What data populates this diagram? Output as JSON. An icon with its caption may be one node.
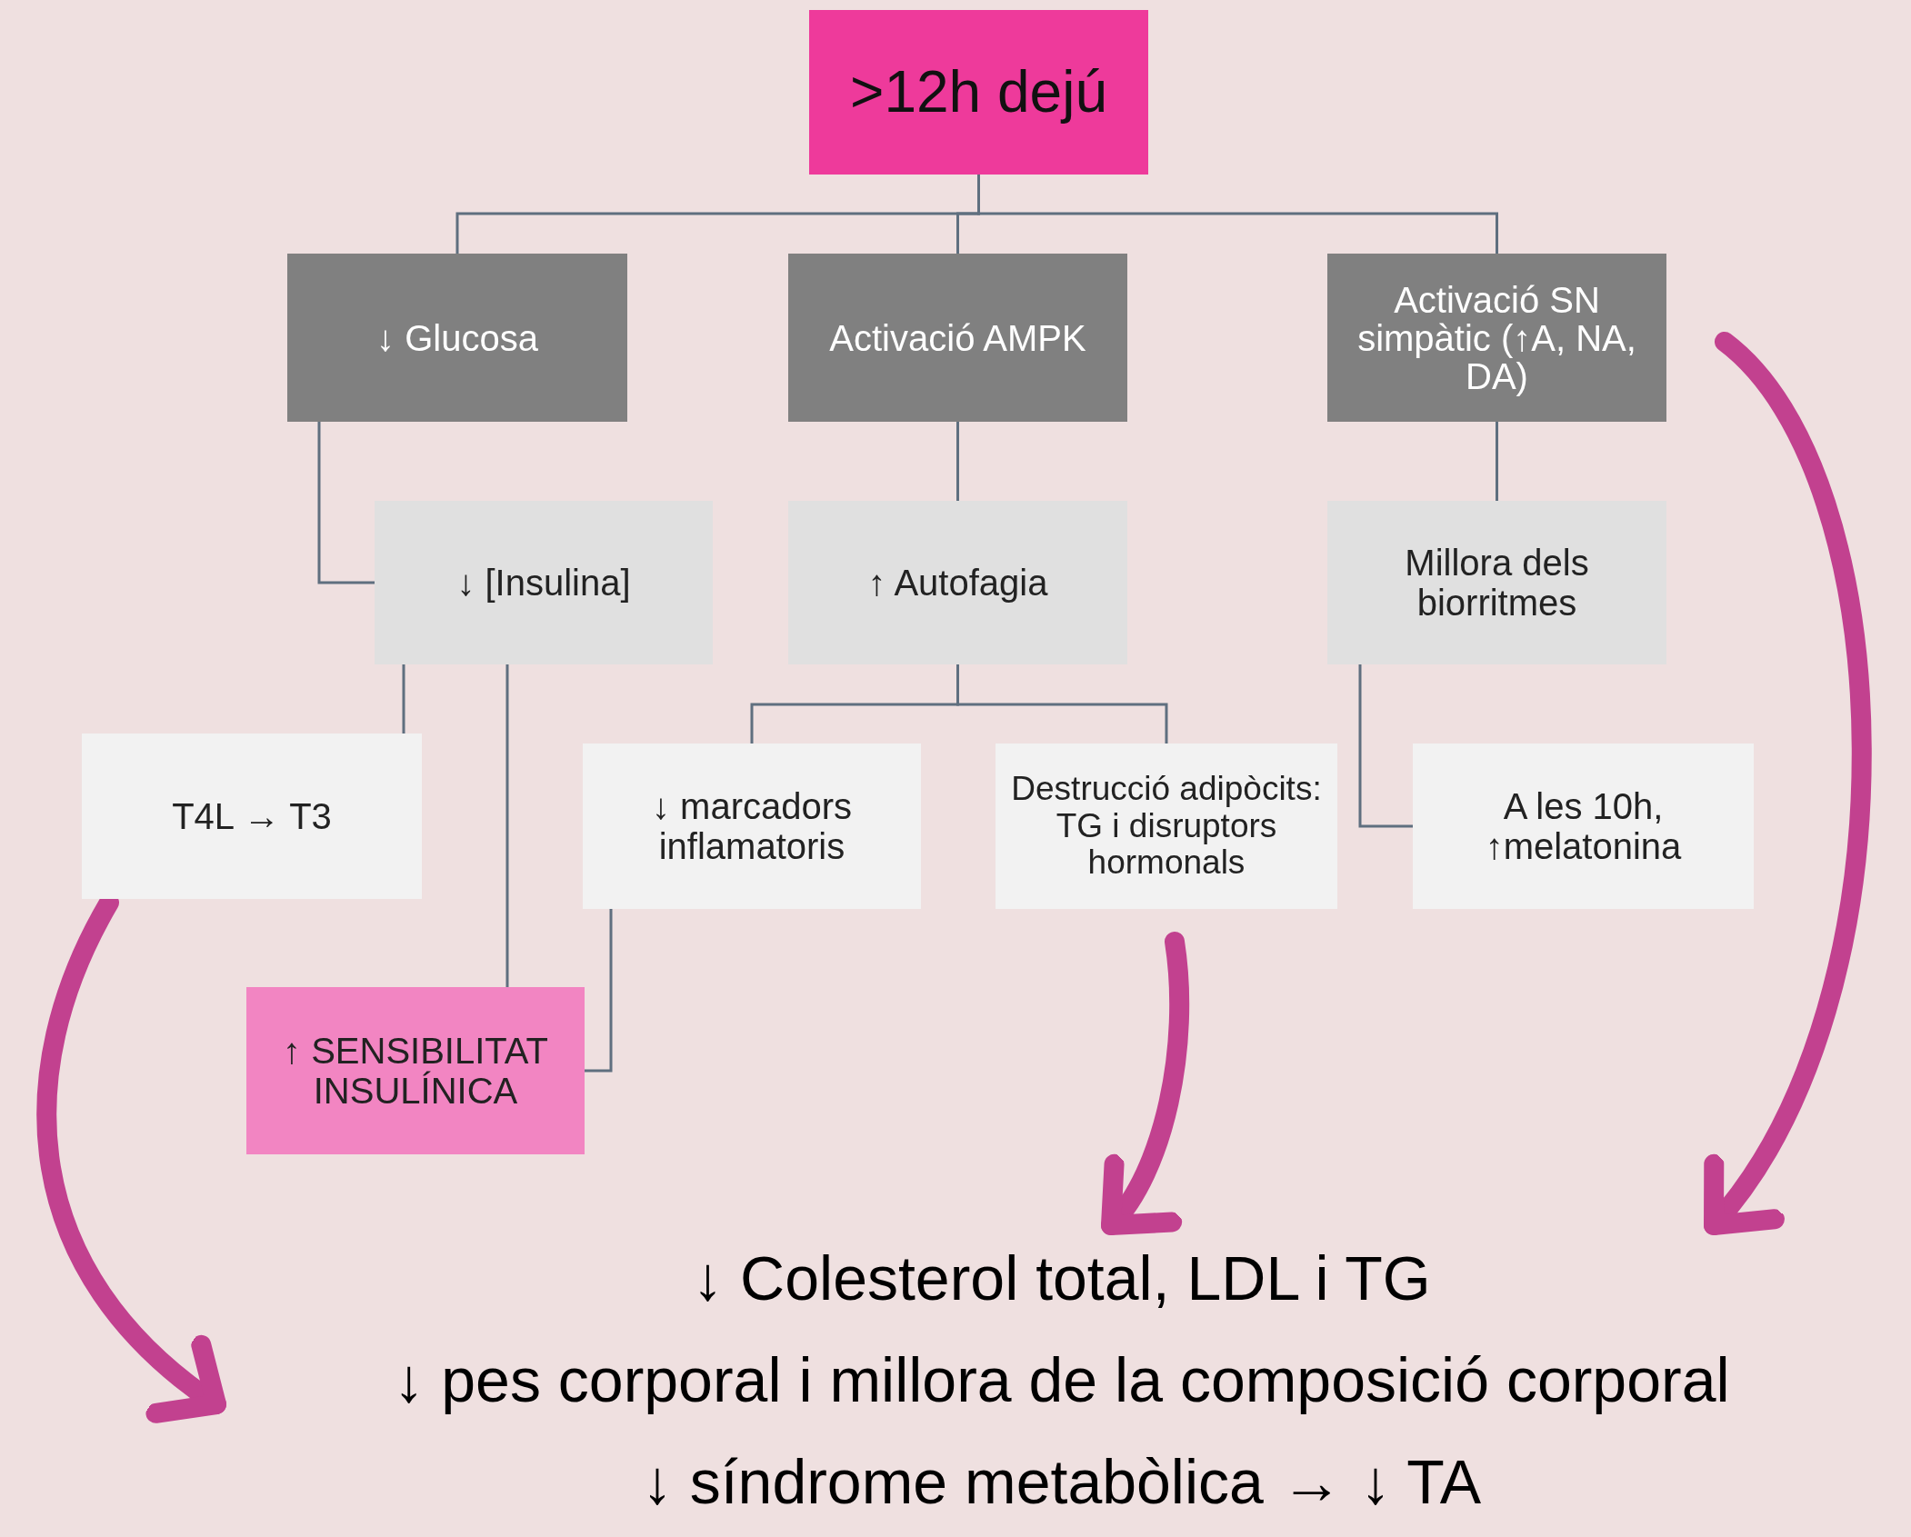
{
  "diagram": {
    "nodes": [
      {
        "text": [
          ">12h dejú"
        ]
      },
      {
        "text": [
          "↓ Glucosa"
        ]
      },
      {
        "text": [
          "Activació AMPK"
        ]
      },
      {
        "text": [
          "Activació SN simpàtic (↑A, NA, DA)"
        ]
      },
      {
        "text": [
          "↓ [Insulina]"
        ]
      },
      {
        "text": [
          "↑ Autofagia"
        ]
      },
      {
        "text": [
          "Millora dels biorritmes"
        ]
      },
      {
        "text": [
          "T4L → T3"
        ]
      },
      {
        "text": [
          "↓ marcadors inflamatoris"
        ]
      },
      {
        "text": [
          "Destrucció adipòcits: TG i disruptors hormonals"
        ]
      },
      {
        "text": [
          "A les 10h, ↑melatonina"
        ]
      },
      {
        "text": [
          "↑ SENSIBILITAT INSULÍNICA"
        ]
      },
      {
        "text": [
          "↓ Colesterol total, LDL i TG",
          "↓ pes corporal i millora de la composició corporal",
          "↓ síndrome metabòlica → ↓ TA"
        ]
      }
    ],
    "edges": [
      {
        "from": 0,
        "to": 1,
        "arrow": "none"
      },
      {
        "from": 0,
        "to": 2,
        "arrow": "none"
      },
      {
        "from": 0,
        "to": 3,
        "arrow": "none"
      },
      {
        "from": 1,
        "to": 4,
        "arrow": "none"
      },
      {
        "from": 2,
        "to": 5,
        "arrow": "none"
      },
      {
        "from": 3,
        "to": 6,
        "arrow": "none"
      },
      {
        "from": 4,
        "to": 7,
        "arrow": "none"
      },
      {
        "from": 4,
        "to": 11,
        "arrow": "none"
      },
      {
        "from": 5,
        "to": 8,
        "arrow": "none"
      },
      {
        "from": 5,
        "to": 9,
        "arrow": "none"
      },
      {
        "from": 6,
        "to": 10,
        "arrow": "none"
      },
      {
        "from": 8,
        "to": 11,
        "arrow": "none"
      },
      {
        "from": 7,
        "to": 12,
        "arrow": "to",
        "style": "thick",
        "color": "#c2418f"
      },
      {
        "from": 9,
        "to": 12,
        "arrow": "to",
        "style": "thick",
        "color": "#c2418f"
      },
      {
        "from": 3,
        "to": 12,
        "arrow": "to",
        "style": "thick",
        "color": "#c2418f"
      }
    ]
  }
}
